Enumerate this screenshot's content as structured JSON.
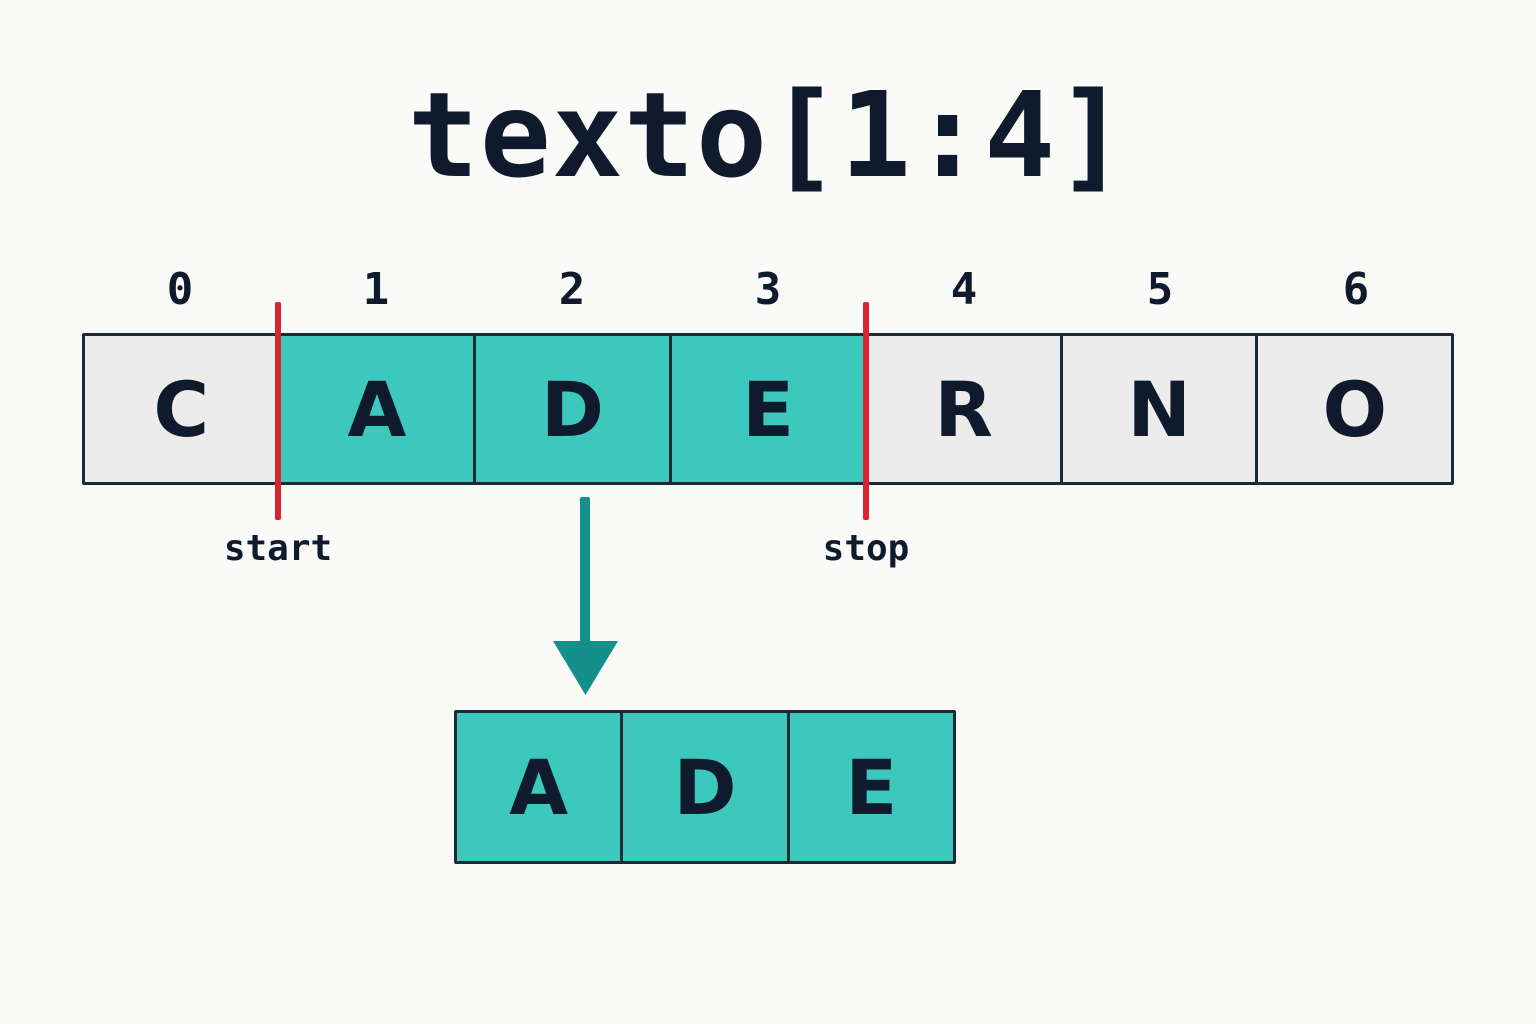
{
  "title": "texto[1:4]",
  "indices": [
    "0",
    "1",
    "2",
    "3",
    "4",
    "5",
    "6"
  ],
  "characters": [
    "C",
    "A",
    "D",
    "E",
    "R",
    "N",
    "O"
  ],
  "slice": {
    "start": 1,
    "stop": 4
  },
  "labels": {
    "start": "start",
    "stop": "stop"
  },
  "result": [
    "A",
    "D",
    "E"
  ],
  "colors": {
    "selected": "#3cc8bd",
    "unselected": "#ececec",
    "marker": "#d9232e",
    "arrow": "#138f8c",
    "text": "#0f1b2d"
  }
}
